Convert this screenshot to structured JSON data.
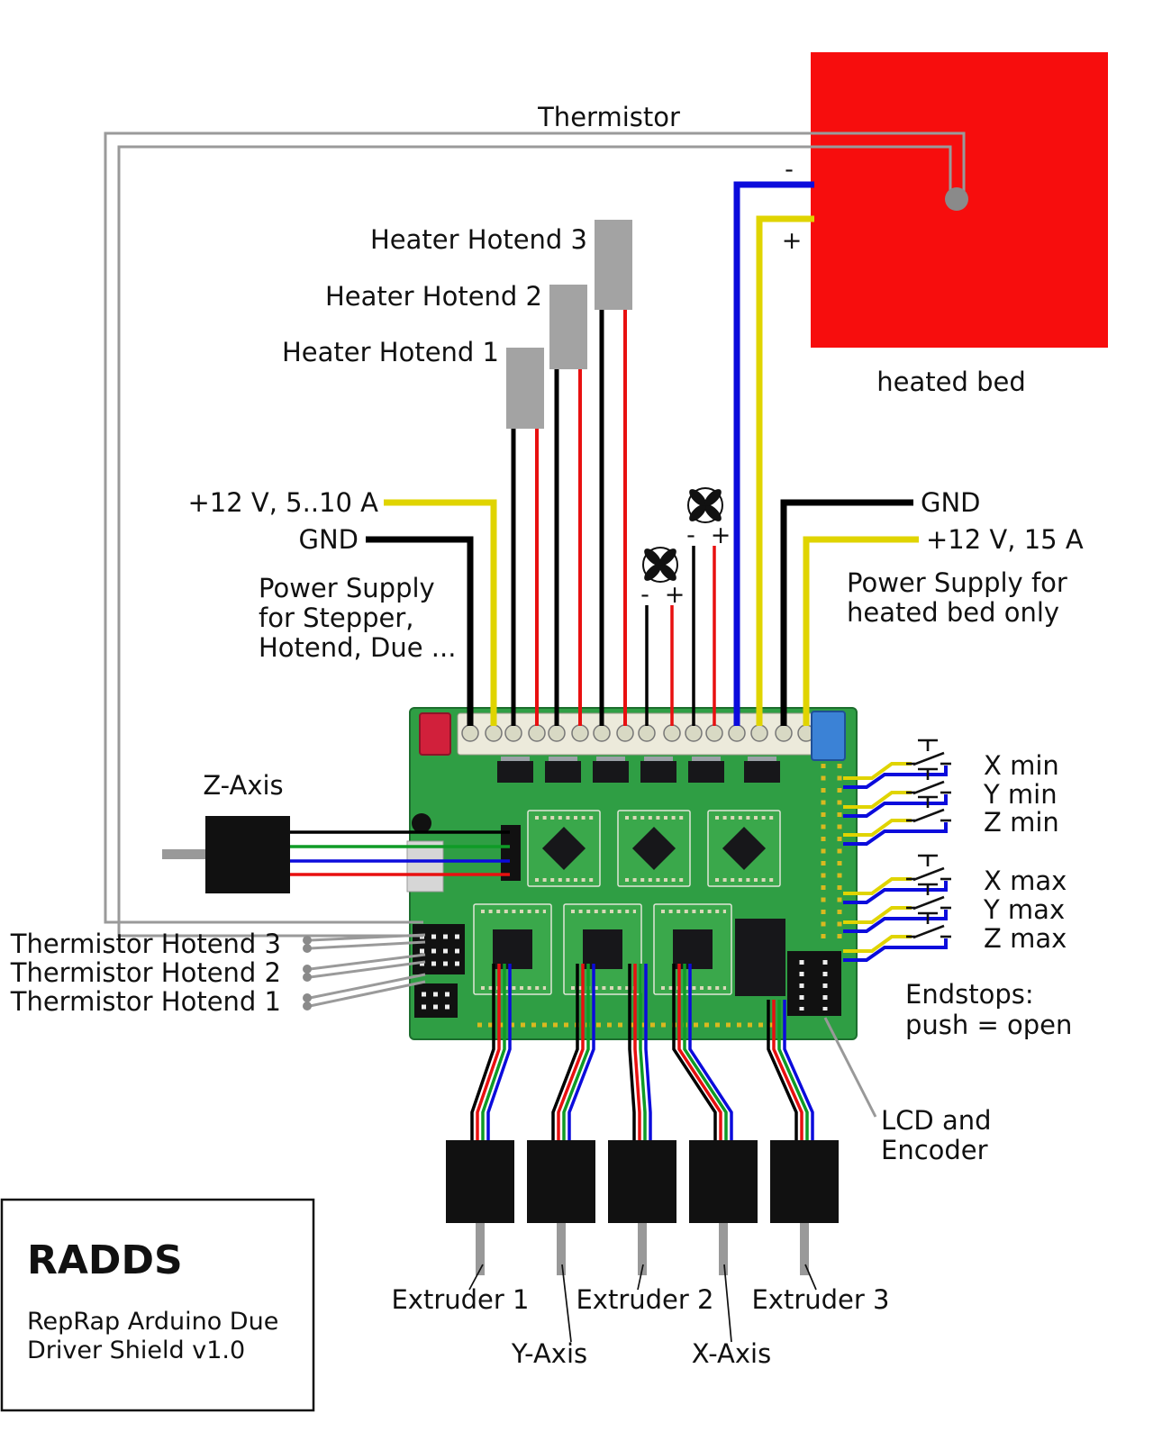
{
  "title_box": {
    "title": "RADDS",
    "subtitle_line1": "RepRap Arduino Due",
    "subtitle_line2": "Driver Shield v1.0"
  },
  "labels": {
    "thermistor": "Thermistor",
    "heated_bed": "heated bed",
    "heater_hotend_3": "Heater Hotend 3",
    "heater_hotend_2": "Heater Hotend 2",
    "heater_hotend_1": "Heater Hotend 1",
    "main_psu_12v": "+12 V, 5..10 A",
    "main_psu_gnd": "GND",
    "main_psu_line1": "Power Supply",
    "main_psu_line2": "for Stepper,",
    "main_psu_line3": "Hotend, Due ...",
    "bed_psu_gnd": "GND",
    "bed_psu_12v": "+12 V, 15 A",
    "bed_psu_line1": "Power Supply for",
    "bed_psu_line2": "heated bed only",
    "z_axis": "Z-Axis",
    "thermistor_hotend_3": "Thermistor Hotend 3",
    "thermistor_hotend_2": "Thermistor Hotend 2",
    "thermistor_hotend_1": "Thermistor Hotend 1",
    "endstops_line1": "Endstops:",
    "endstops_line2": "push = open",
    "lcd_line1": "LCD and",
    "lcd_line2": "Encoder",
    "extruder_1": "Extruder 1",
    "extruder_2": "Extruder 2",
    "extruder_3": "Extruder 3",
    "y_axis": "Y-Axis",
    "x_axis": "X-Axis",
    "minus": "-",
    "plus": "+"
  },
  "endstops": {
    "items": [
      "X min",
      "Y min",
      "Z min",
      "X max",
      "Y max",
      "Z max"
    ]
  },
  "colors": {
    "bed_red": "#f70d0d",
    "wire_yellow": "#e0d400",
    "wire_black": "#000000",
    "wire_red": "#e81010",
    "wire_blue": "#0b0bdc",
    "wire_green": "#0f9b26",
    "wire_gray": "#9a9a9a",
    "pcb_green": "#2f9e44",
    "driver_green": "#3aa84b",
    "heater_gray": "#a3a3a3",
    "motor_black": "#111111",
    "terminal_cream": "#d8d9c4",
    "fuse_red": "#d1203b",
    "fuse_blue": "#3b82d6"
  }
}
